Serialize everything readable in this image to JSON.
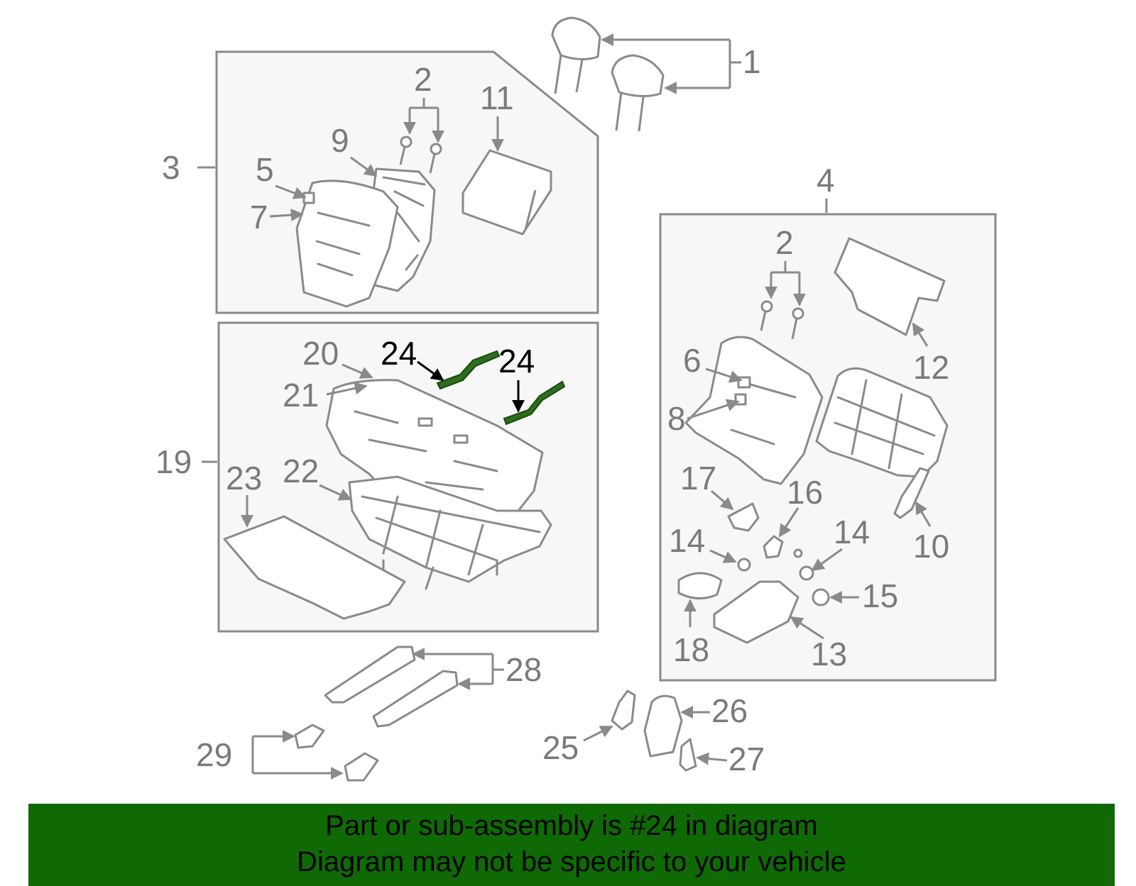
{
  "callouts": {
    "c1": "1",
    "c2a": "2",
    "c2b": "2",
    "c3": "3",
    "c4": "4",
    "c5": "5",
    "c6": "6",
    "c7": "7",
    "c8": "8",
    "c9": "9",
    "c10": "10",
    "c11": "11",
    "c12": "12",
    "c13": "13",
    "c14a": "14",
    "c14b": "14",
    "c15": "15",
    "c16": "16",
    "c17": "17",
    "c18": "18",
    "c19": "19",
    "c20": "20",
    "c21": "21",
    "c22": "22",
    "c23": "23",
    "c24a": "24",
    "c24b": "24",
    "c25": "25",
    "c26": "26",
    "c27": "27",
    "c28": "28",
    "c29": "29"
  },
  "highlight_color": "#2d6e1c",
  "banner": {
    "line1": "Part or sub-assembly is #24 in diagram",
    "line2": "Diagram may not be specific to your vehicle",
    "background": "#0f6a05"
  }
}
